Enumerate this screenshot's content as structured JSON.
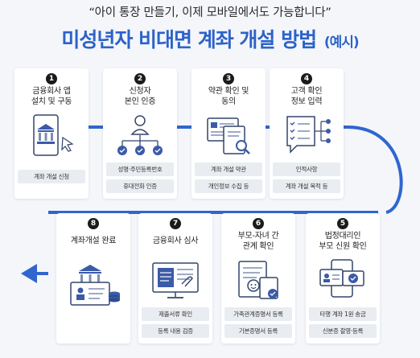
{
  "header": {
    "quote": "“아이 통장 만들기, 이제 모바일에서도 가능합니다”",
    "title": "미성년자 비대면 계좌 개설 방법",
    "title_suffix": "(예시)"
  },
  "colors": {
    "accent": "#2d63c8",
    "flow": "#2f66cf",
    "pill": "#e9ecf1"
  },
  "steps": [
    {
      "num": "1",
      "lines": [
        "금융회사 앱",
        "설치 및 구동"
      ],
      "tags": [
        "계좌 개설 신청"
      ],
      "icon": "bank-app-phone-icon"
    },
    {
      "num": "2",
      "lines": [
        "신청자",
        "본인 인증"
      ],
      "tags": [
        "성명·주민등록번호",
        "휴대전화 인증"
      ],
      "icon": "person-hierarchy-icon"
    },
    {
      "num": "3",
      "lines": [
        "약관 확인 및",
        "동의"
      ],
      "tags": [
        "계좌 개설 약관",
        "개인정보 수집 등"
      ],
      "icon": "document-magnifier-icon"
    },
    {
      "num": "4",
      "lines": [
        "고객 확인",
        "정보 입력"
      ],
      "tags": [
        "인적사항",
        "계좌 개설 목적 등"
      ],
      "icon": "checklist-icon"
    },
    {
      "num": "5",
      "lines": [
        "법정대리인",
        "부모 신원 확인"
      ],
      "tags": [
        "타행 계좌 1원 송금",
        "신분증 촬영·등록"
      ],
      "icon": "id-card-phone-icon"
    },
    {
      "num": "6",
      "lines": [
        "부모-자녀 간",
        "관계 확인"
      ],
      "tags": [
        "가족관계증명서 등록",
        "기본증명서 등록"
      ],
      "icon": "certificate-icon"
    },
    {
      "num": "7",
      "lines": [
        "금융회사 심사"
      ],
      "tags": [
        "제출서류 확인",
        "등록 내용 검증"
      ],
      "icon": "review-monitor-icon"
    },
    {
      "num": "8",
      "lines": [
        "계좌개설 완료"
      ],
      "tags": [],
      "icon": "bank-account-complete-icon"
    }
  ]
}
